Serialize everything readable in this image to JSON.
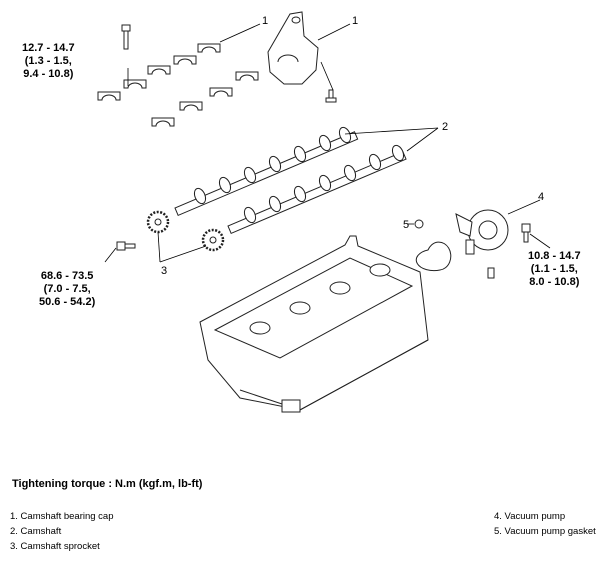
{
  "torques": [
    {
      "lines": [
        "12.7 - 14.7",
        "(1.3 - 1.5,",
        "9.4 - 10.8)"
      ]
    },
    {
      "lines": [
        "68.6 - 73.5",
        "(7.0 - 7.5,",
        "50.6 - 54.2)"
      ]
    },
    {
      "lines": [
        "10.8 - 14.7",
        "(1.1 - 1.5,",
        "8.0 - 10.8)"
      ]
    }
  ],
  "callouts": {
    "c1a": "1",
    "c1b": "1",
    "c2": "2",
    "c3": "3",
    "c4": "4",
    "c5": "5"
  },
  "heading": "Tightening torque : N.m (kgf.m, lb-ft)",
  "legend": [
    "1. Camshaft bearing cap",
    "2. Camshaft",
    "3. Camshaft sprocket",
    "4. Vacuum pump",
    "5. Vacuum pump gasket"
  ]
}
